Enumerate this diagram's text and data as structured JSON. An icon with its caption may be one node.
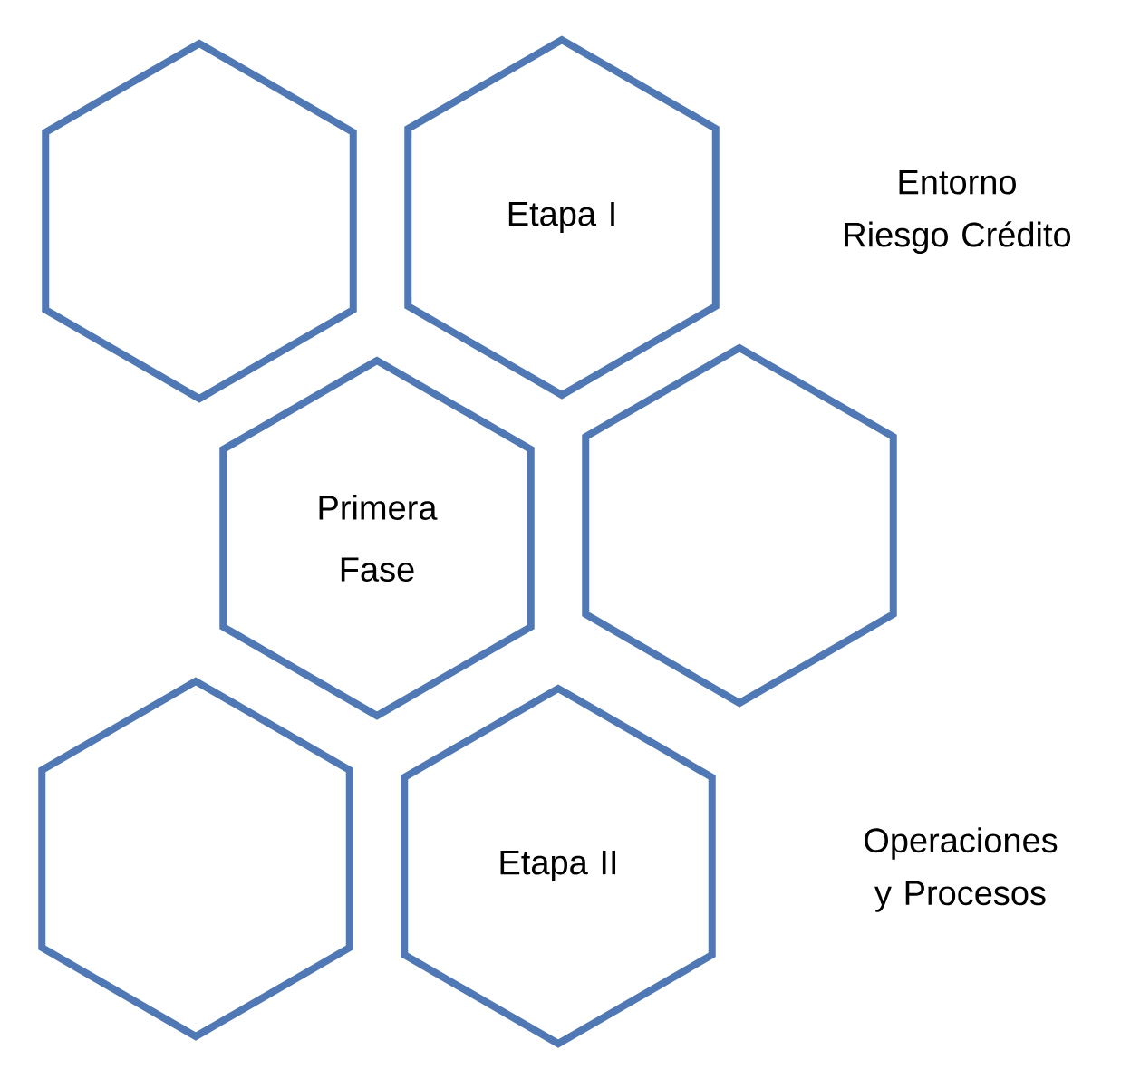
{
  "diagram": {
    "nodes": [
      {
        "text": [],
        "shape": "hexagon"
      },
      {
        "text": [
          "Etapa I"
        ]
      },
      {
        "text": [
          "Primera Fase"
        ]
      },
      {
        "text": [],
        "shape": "hexagon"
      },
      {
        "text": [],
        "shape": "hexagon"
      },
      {
        "text": [
          "Etapa II"
        ]
      }
    ],
    "labels": [
      "Entorno Riesgo Crédito",
      "Operaciones y Procesos"
    ]
  }
}
